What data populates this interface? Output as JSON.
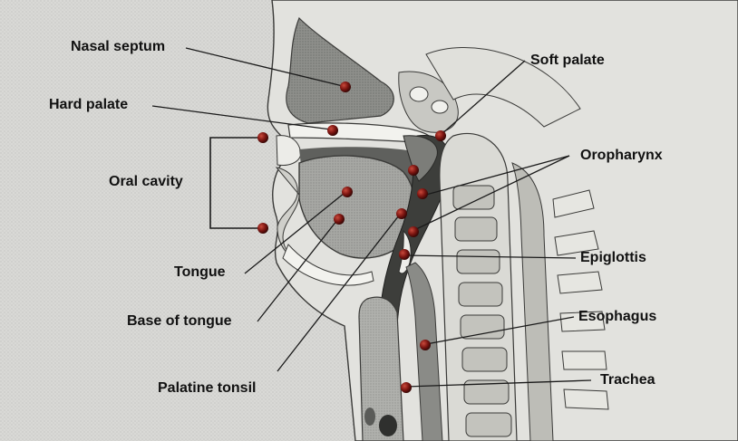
{
  "figure": {
    "labels": {
      "nasal_septum": "Nasal septum",
      "hard_palate": "Hard palate",
      "oral_cavity": "Oral cavity",
      "tongue": "Tongue",
      "base_of_tongue": "Base of tongue",
      "palatine_tonsil": "Palatine tonsil",
      "soft_palate": "Soft palate",
      "oropharynx": "Oropharynx",
      "epiglottis": "Epiglottis",
      "esophagus": "Esophagus",
      "trachea": "Trachea"
    },
    "colors": {
      "background": "#d9d9d6",
      "tissue_light": "#e4e4e1",
      "tissue_mid": "#a9aaa6",
      "tissue_dark": "#6f706d",
      "bone": "#c9c9c5",
      "marker": "#7a1410",
      "line": "#1a1a1a"
    }
  }
}
